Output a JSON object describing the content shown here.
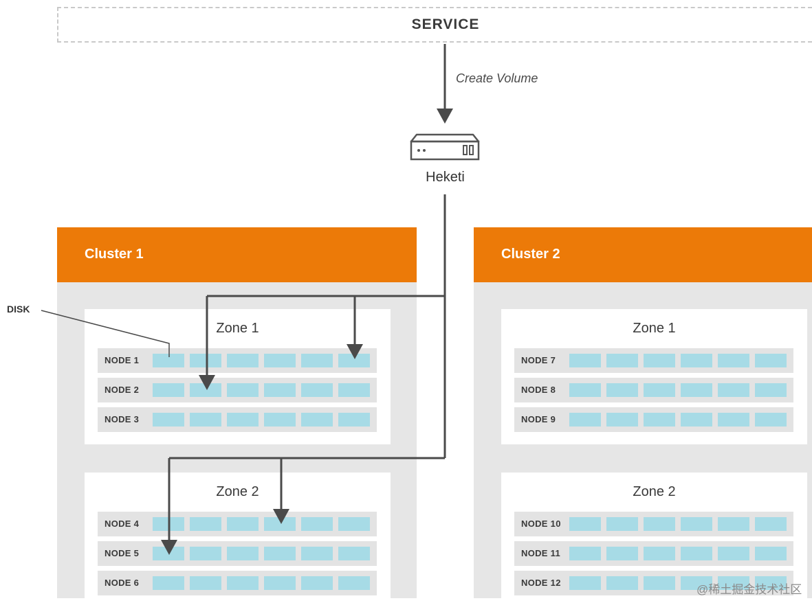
{
  "service": {
    "label": "SERVICE"
  },
  "arrow": {
    "label": "Create Volume"
  },
  "heketi": {
    "label": "Heketi",
    "icon": "server-icon"
  },
  "disk_callout": {
    "label": "DISK"
  },
  "colors": {
    "cluster_header": "#ec7a08",
    "disk": "#a7dbe6",
    "cluster_bg": "#e6e6e6",
    "node_bg": "#e3e3e3",
    "line": "#4a4a4a"
  },
  "clusters": [
    {
      "title": "Cluster 1",
      "zones": [
        {
          "title": "Zone 1",
          "nodes": [
            "NODE 1",
            "NODE 2",
            "NODE 3"
          ]
        },
        {
          "title": "Zone 2",
          "nodes": [
            "NODE 4",
            "NODE 5",
            "NODE 6"
          ]
        }
      ]
    },
    {
      "title": "Cluster 2",
      "zones": [
        {
          "title": "Zone 1",
          "nodes": [
            "NODE 7",
            "NODE 8",
            "NODE 9"
          ]
        },
        {
          "title": "Zone 2",
          "nodes": [
            "NODE 10",
            "NODE 11",
            "NODE 12"
          ]
        }
      ]
    }
  ],
  "disks_per_node": 6,
  "watermark": "@稀土掘金技术社区"
}
